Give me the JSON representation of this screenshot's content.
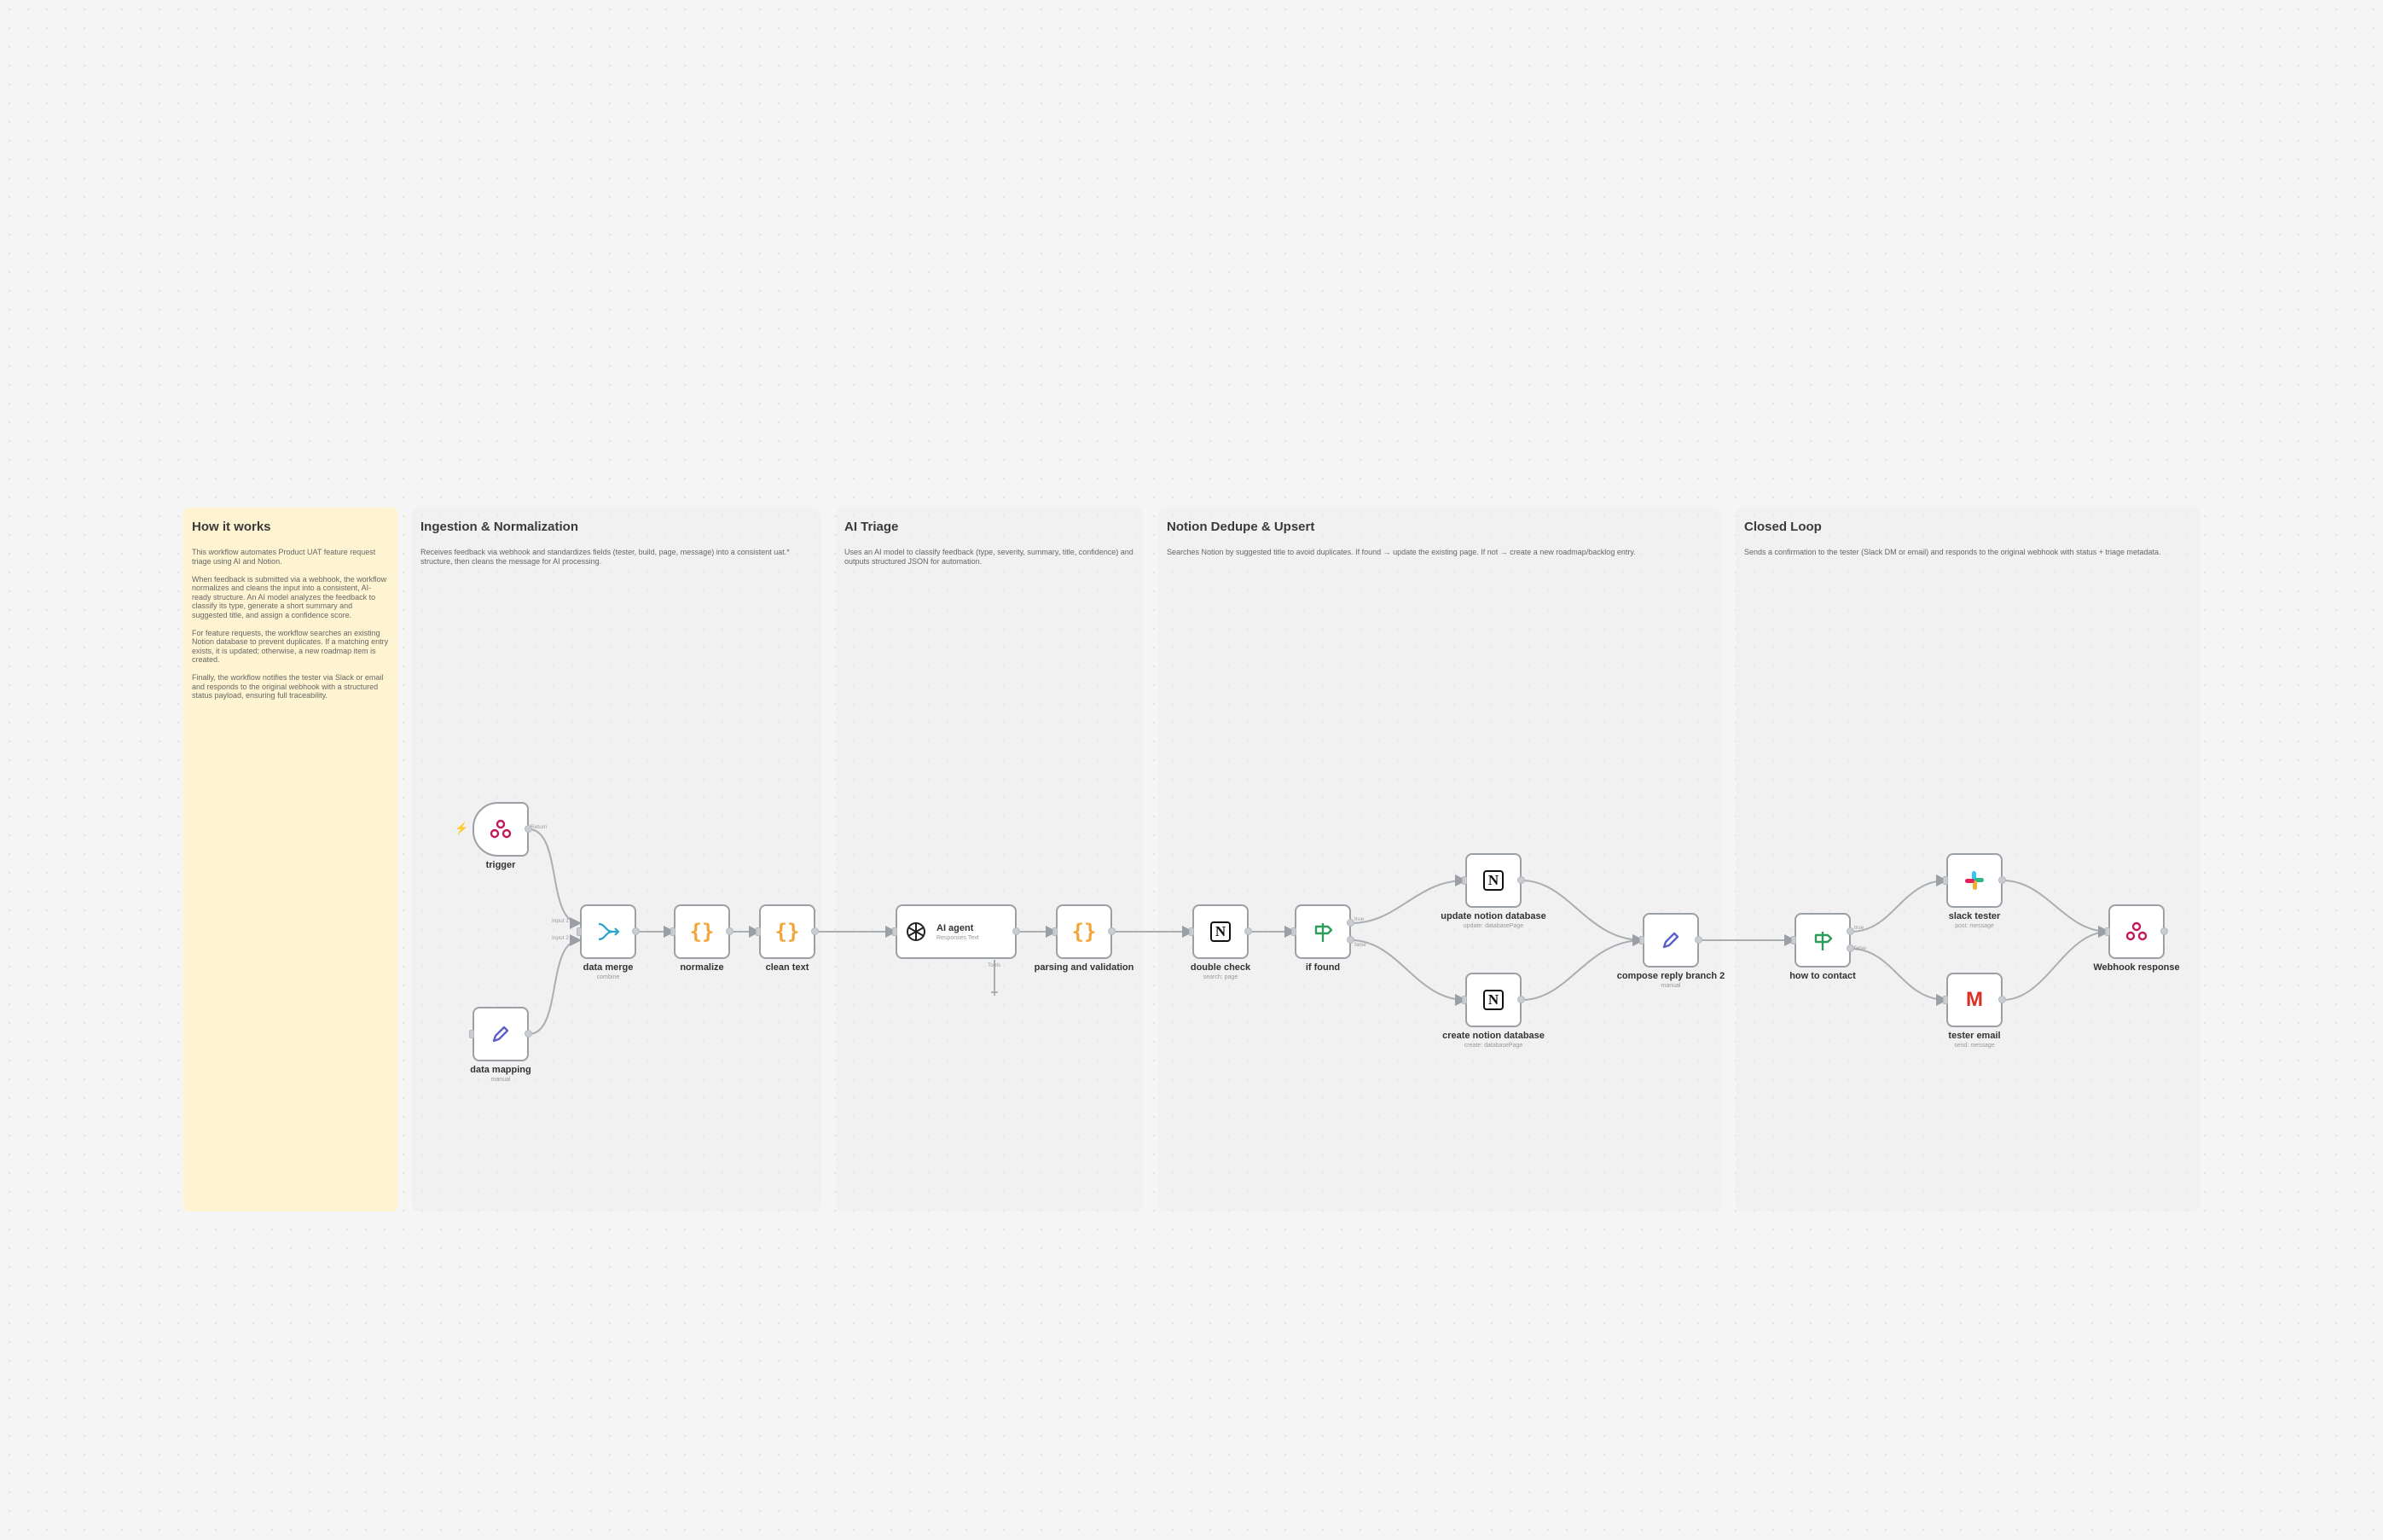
{
  "colors": {
    "canvas": "#f5f5f5",
    "note": "#fff4d1",
    "edge": "#9aa0a6",
    "brace_icon": "#f2a33a",
    "trigger_bolt": "#e8533a"
  },
  "stickies": {
    "how_it_works": {
      "title": "How it works",
      "text": "This workflow automates Product UAT feature request triage using AI and Notion.\n\nWhen feedback is submitted via a webhook, the workflow normalizes and cleans the input into a consistent, AI-ready structure. An AI model analyzes the feedback to classify its type, generate a short summary and suggested title, and assign a confidence score.\n\nFor feature requests, the workflow searches an existing Notion database to prevent duplicates. If a matching entry exists, it is updated; otherwise, a new roadmap item is created.\n\nFinally, the workflow notifies the tester via Slack or email and responds to the original webhook with a structured status payload, ensuring full traceability."
    },
    "ingestion": {
      "title": "Ingestion & Normalization",
      "text": "Receives feedback via webhook and standardizes fields (tester, build, page, message) into a consistent uat.* structure, then cleans the message for AI processing."
    },
    "ai_triage": {
      "title": "AI Triage",
      "text": "Uses an AI model to classify feedback (type, severity, summary, title, confidence) and outputs structured JSON for automation."
    },
    "notion": {
      "title": "Notion Dedupe & Upsert",
      "text": "Searches Notion by suggested title to avoid duplicates. If found → update the existing page. If not → create a new roadmap/backlog entry."
    },
    "closed_loop": {
      "title": "Closed Loop",
      "text": "Sends a confirmation to the tester (Slack DM or email) and responds to the original webhook with status + triage metadata."
    }
  },
  "nodes": {
    "trigger": {
      "label": "trigger",
      "icon": "webhook-icon"
    },
    "data_mapping": {
      "label": "data mapping",
      "sub": "manual",
      "icon": "pencil-icon"
    },
    "data_merge": {
      "label": "data merge",
      "sub": "combine",
      "icon": "merge-icon"
    },
    "normalize": {
      "label": "normalize",
      "icon": "code-braces-icon"
    },
    "clean_text": {
      "label": "clean text",
      "icon": "code-braces-icon"
    },
    "ai_agent": {
      "title": "AI agent",
      "sub": "Responses Text",
      "icon": "openai-icon"
    },
    "parsing": {
      "label": "parsing and validation",
      "icon": "code-braces-icon"
    },
    "double_check": {
      "label": "double check",
      "sub": "search: page",
      "icon": "notion-icon"
    },
    "if_found": {
      "label": "if found",
      "icon": "signpost-icon"
    },
    "update_notion": {
      "label": "update notion database",
      "sub": "update: databasePage",
      "icon": "notion-icon"
    },
    "create_notion": {
      "label": "create notion database",
      "sub": "create: databasePage",
      "icon": "notion-icon"
    },
    "compose_reply": {
      "label": "compose reply branch 2",
      "sub": "manual",
      "icon": "pencil-icon"
    },
    "how_to_contact": {
      "label": "how to contact",
      "icon": "signpost-icon"
    },
    "slack_tester": {
      "label": "slack tester",
      "sub": "post: message",
      "icon": "slack-icon"
    },
    "tester_email": {
      "label": "tester email",
      "sub": "send: message",
      "icon": "gmail-icon"
    },
    "webhook_response": {
      "label": "Webhook response",
      "icon": "webhook-icon"
    }
  },
  "ports": {
    "trigger_out": "Return",
    "merge_in1": "Input 1",
    "merge_in2": "Input 2",
    "ai_tools": "Tools",
    "if_true": "true",
    "if_false": "false",
    "contact_true": "true",
    "contact_false": "false"
  }
}
